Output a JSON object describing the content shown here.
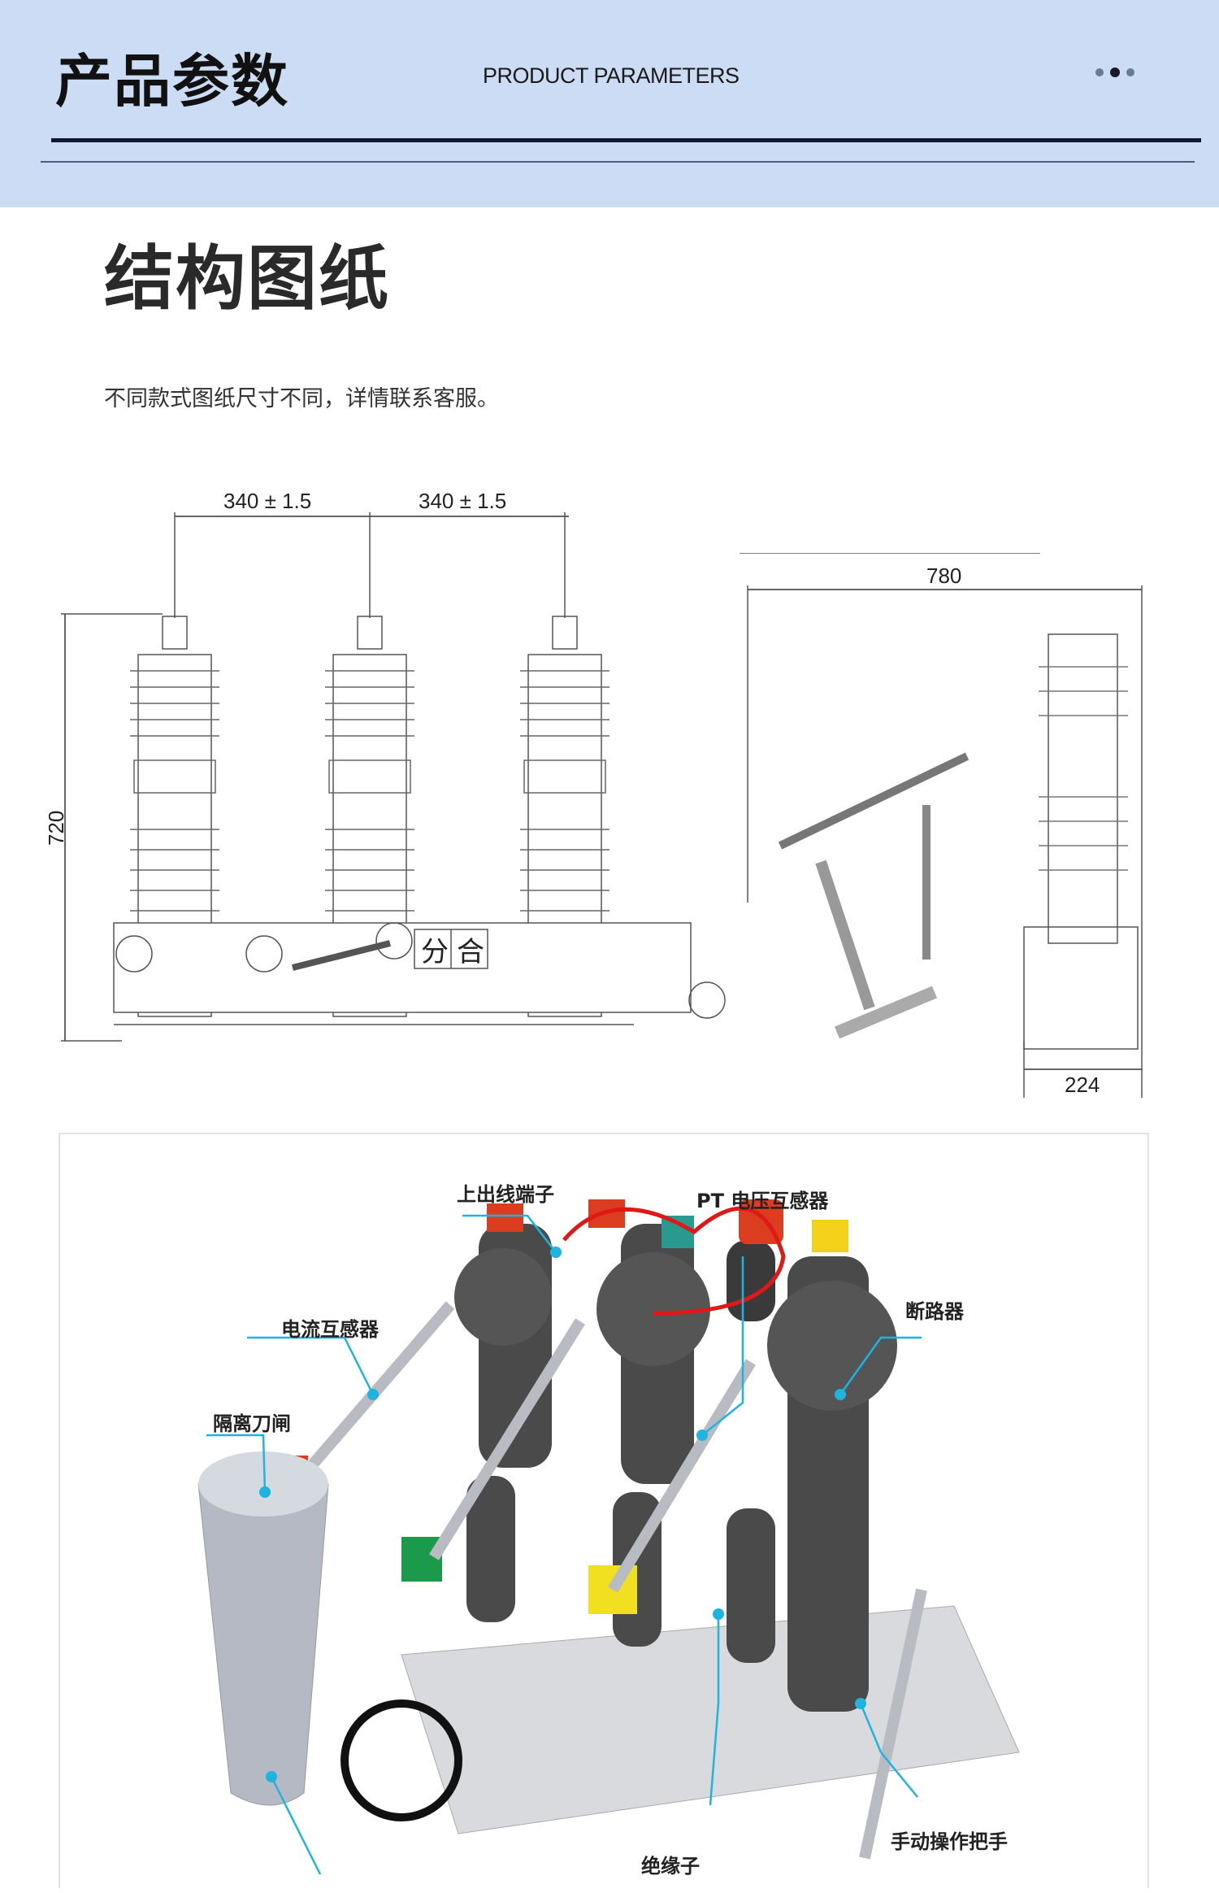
{
  "header": {
    "title": "产品参数",
    "subtitle_en": "PRODUCT PARAMETERS",
    "menu_icon": "more-dots-icon"
  },
  "section": {
    "title": "结构图纸",
    "note": "不同款式图纸尺寸不同，详情联系客服。"
  },
  "drawing_front": {
    "dim_left": "340 ± 1.5",
    "dim_right": "340 ± 1.5",
    "dim_height": "720",
    "label_open": "分",
    "label_close": "合"
  },
  "drawing_side": {
    "dim_width": "780",
    "dim_base": "224"
  },
  "photo": {
    "labels": {
      "top_terminal": "上出线端子",
      "pt": "PT 电压互感器",
      "ct": "电流互感器",
      "breaker": "断路器",
      "disconnector": "隔离刀闸",
      "insulator": "绝缘子",
      "handle": "手动操作把手"
    },
    "accent_color": "#1fb3e0"
  }
}
